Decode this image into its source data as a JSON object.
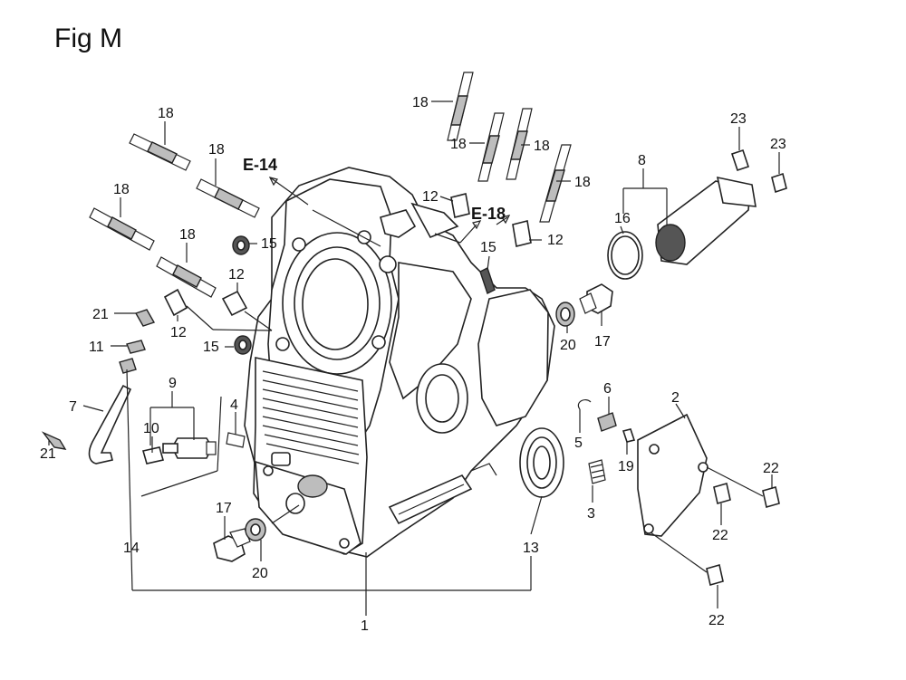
{
  "figure": {
    "title": "Fig M"
  },
  "refs": {
    "e14": "E-14",
    "e18": "E-18"
  },
  "callouts": {
    "c18a": "18",
    "c18b": "18",
    "c18c": "18",
    "c18d": "18",
    "c18e": "18",
    "c18f": "18",
    "c18g": "18",
    "c18h": "18",
    "c12a": "12",
    "c12b": "12",
    "c12c": "12",
    "c12d": "12",
    "c15a": "15",
    "c15b": "15",
    "c15c": "15",
    "c21a": "21",
    "c21b": "21",
    "c11": "11",
    "c7": "7",
    "c9": "9",
    "c10": "10",
    "c4": "4",
    "c14": "14",
    "c17a": "17",
    "c17b": "17",
    "c20a": "20",
    "c20b": "20",
    "c1": "1",
    "c13": "13",
    "c3": "3",
    "c5": "5",
    "c6": "6",
    "c19": "19",
    "c2": "2",
    "c22a": "22",
    "c22b": "22",
    "c22c": "22",
    "c8": "8",
    "c16": "16",
    "c23a": "23",
    "c23b": "23"
  }
}
